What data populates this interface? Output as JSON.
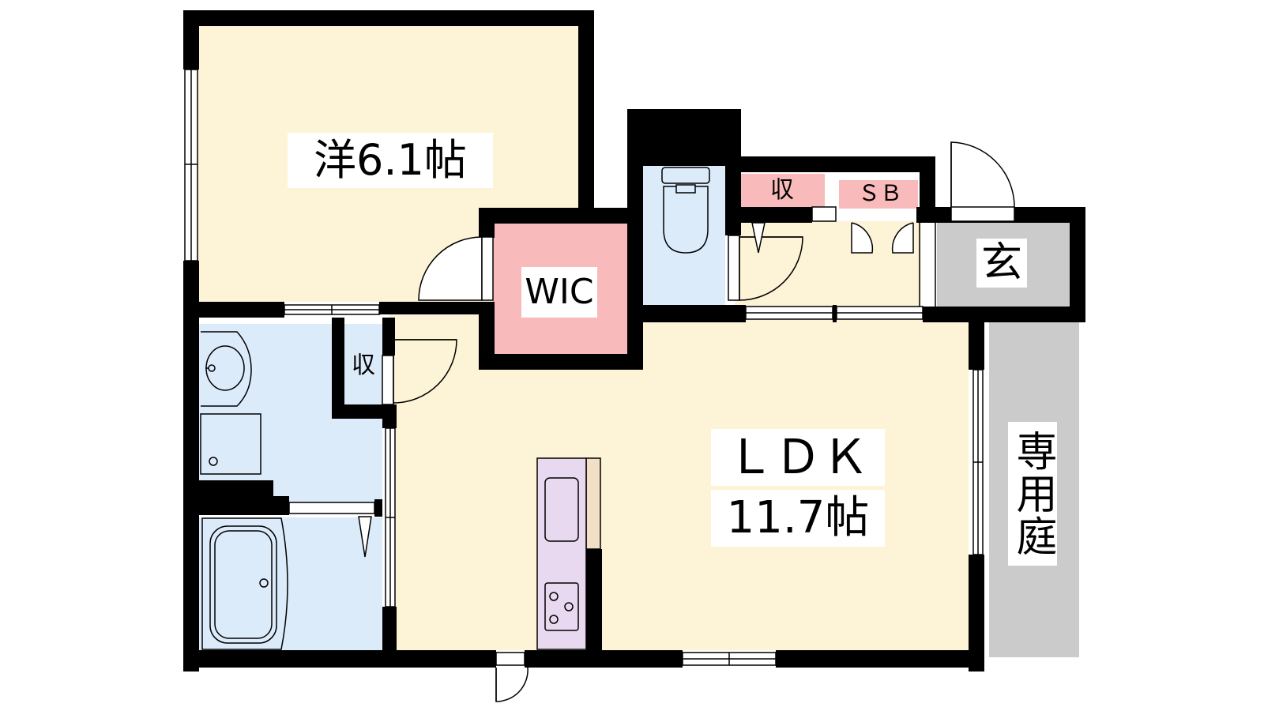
{
  "floor_plan": {
    "rooms": {
      "western_room": "洋6.1帖",
      "wic": "WIC",
      "storage_top": "収",
      "shoe_box": "ＳＢ",
      "entrance": "玄",
      "storage_left": "収",
      "ldk_line1": "ＬＤＫ",
      "ldk_line2": "11.7帖",
      "private_garden": "専用庭"
    },
    "colors": {
      "wall": "#000000",
      "western_room": "#FDF3D6",
      "ldk": "#FDF3D6",
      "wic": "#F8BABA",
      "storage": "#F8BABA",
      "wet_area": "#DCEBFA",
      "entrance": "#CBCBCB",
      "garden": "#CBCBCB",
      "kitchen": "#E9D9F0"
    },
    "icons": [
      "toilet-icon",
      "washbasin-icon",
      "bathtub-icon",
      "stove-icon",
      "sink-icon",
      "washing-machine-icon"
    ]
  }
}
